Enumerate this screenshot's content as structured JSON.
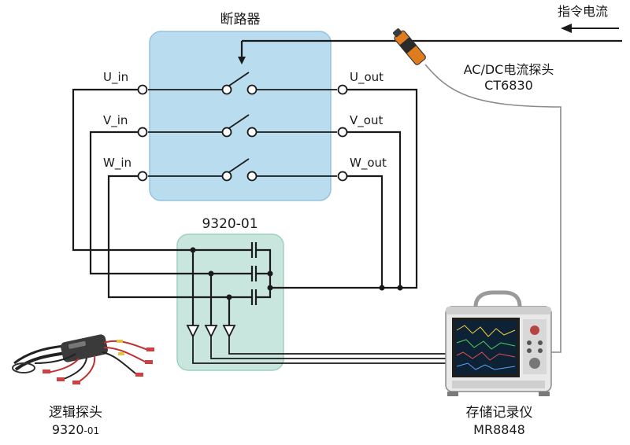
{
  "colors": {
    "breaker_box": "#b9dcee",
    "breaker_border": "#94c3de",
    "logic_box": "#c9e6de",
    "logic_border": "#9fcfc2",
    "wire": "#1a1a1a",
    "probe_cable": "#8a8a8a"
  },
  "breaker": {
    "title": "断路器",
    "inputs": [
      "U_in",
      "V_in",
      "W_in"
    ],
    "outputs": [
      "U_out",
      "V_out",
      "W_out"
    ]
  },
  "command_current": "指令电流",
  "current_probe": {
    "name": "AC/DC电流探头",
    "model": "CT6830",
    "icon": "current-clamp-icon"
  },
  "logic_module": {
    "title": "9320-01"
  },
  "logic_probe": {
    "name": "逻辑探头",
    "model_main": "9320",
    "model_suffix": "-01",
    "icon": "logic-probe-photo"
  },
  "recorder": {
    "name": "存储记录仪",
    "model": "MR8848",
    "icon": "memory-recorder-photo"
  }
}
